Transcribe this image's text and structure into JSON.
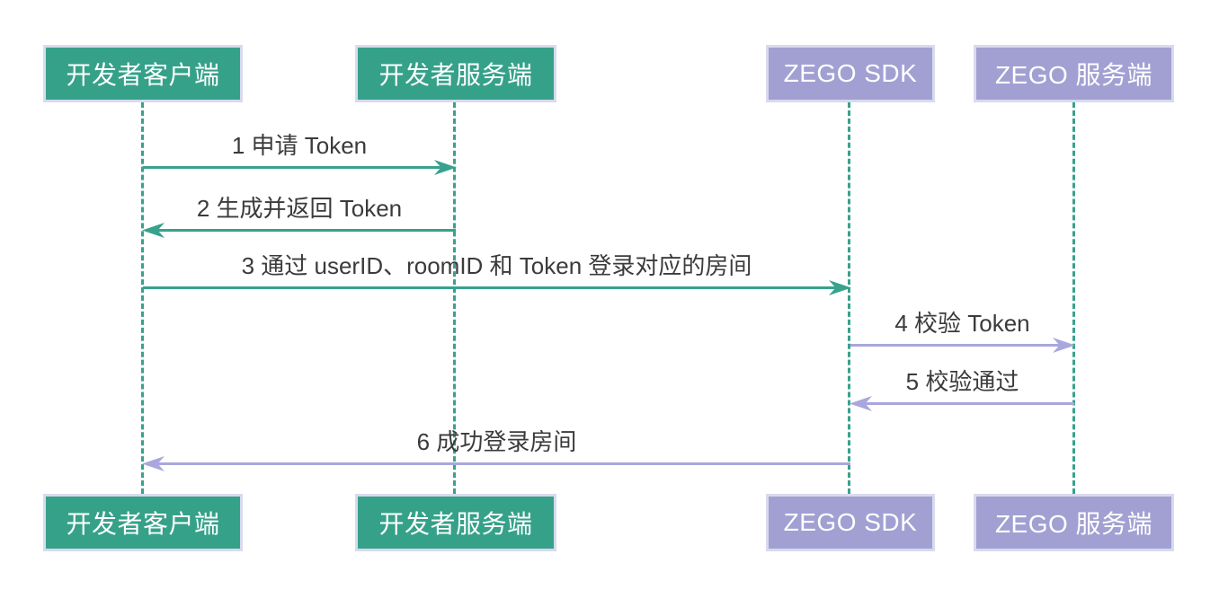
{
  "diagram": {
    "type": "sequence-diagram",
    "topic": "ZEGO Token login flow",
    "actors": [
      {
        "id": "developer-client",
        "label": "开发者客户端",
        "fill": "#35a189"
      },
      {
        "id": "developer-server",
        "label": "开发者服务端",
        "fill": "#35a189"
      },
      {
        "id": "zego-sdk",
        "label": "ZEGO SDK",
        "fill": "#a2a0d2"
      },
      {
        "id": "zego-server",
        "label": "ZEGO 服务端",
        "fill": "#a2a0d2"
      }
    ],
    "messages": [
      {
        "label": "1 申请 Token",
        "from": "developer-client",
        "to": "developer-server",
        "direction": "right",
        "color": "#38a28c"
      },
      {
        "label": "2 生成并返回 Token",
        "from": "developer-server",
        "to": "developer-client",
        "direction": "left",
        "color": "#38a28c"
      },
      {
        "label": "3 通过 userID、roomID 和 Token 登录对应的房间",
        "from": "developer-client",
        "to": "zego-sdk",
        "direction": "right",
        "color": "#38a28c"
      },
      {
        "label": "4 校验 Token",
        "from": "zego-sdk",
        "to": "zego-server",
        "direction": "right",
        "color": "#a9a7dc"
      },
      {
        "label": "5 校验通过",
        "from": "zego-server",
        "to": "zego-sdk",
        "direction": "left",
        "color": "#a9a7dc"
      },
      {
        "label": "6 成功登录房间",
        "from": "zego-sdk",
        "to": "developer-client",
        "direction": "left",
        "color": "#a9a7dc"
      }
    ],
    "colors": {
      "teal_box_fill": "#35a189",
      "purple_box_fill": "#a2a0d2",
      "teal_arrow": "#38a28c",
      "purple_arrow": "#a9a7dc",
      "lifeline": "#38a28c",
      "box_border": "#d8daee",
      "box_text": "#ffffff",
      "message_text": "#3b3b3b",
      "background": "#ffffff"
    }
  }
}
